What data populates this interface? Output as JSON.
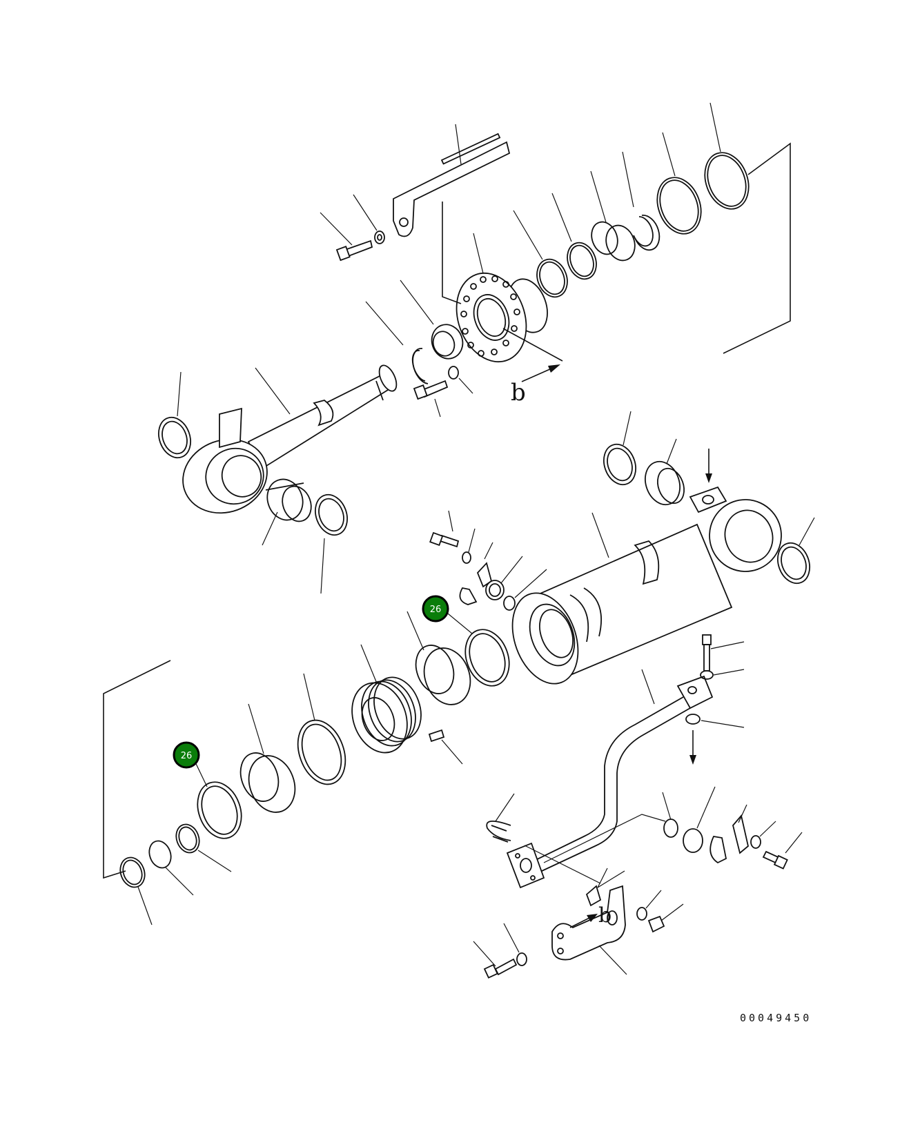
{
  "drawing_number": "00049450",
  "direction_marker": "b",
  "callouts": [
    {
      "label": "26",
      "fill": "#0a7d0a"
    },
    {
      "label": "26",
      "fill": "#0a7d0a"
    }
  ]
}
